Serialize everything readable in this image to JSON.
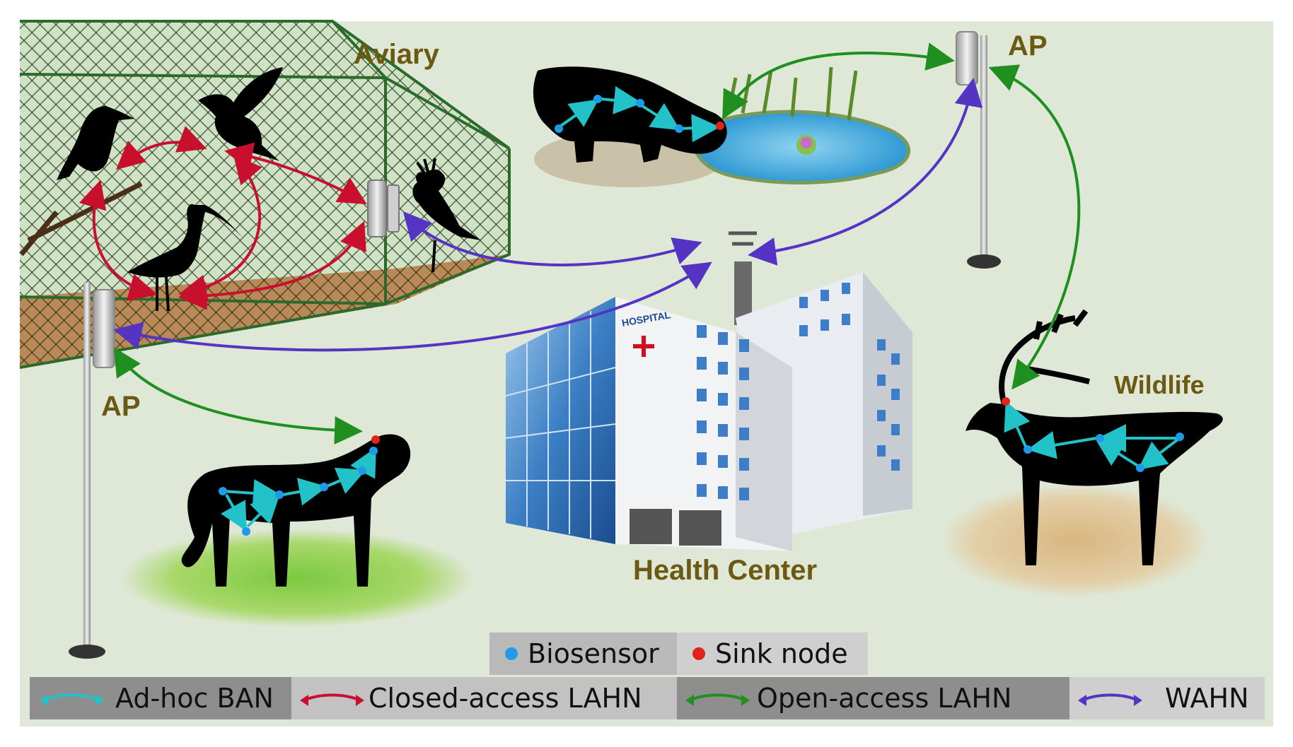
{
  "labels": {
    "aviary": "Aviary",
    "ap_top": "AP",
    "ap_left": "AP",
    "wildlife": "Wildlife",
    "health_center": "Health Center",
    "hospital_sign": "HOSPITAL"
  },
  "legend": {
    "biosensor": "Biosensor",
    "sink_node": "Sink node",
    "adhoc_ban": "Ad-hoc BAN",
    "closed_lahn": "Closed-access LAHN",
    "open_lahn": "Open-access LAHN",
    "wahn": "WAHN"
  },
  "colors": {
    "background": "#dfe8d6",
    "biosensor": "#1e9be8",
    "sink_node": "#e0231b",
    "adhoc_ban": "#22c2c8",
    "closed_lahn": "#c8102e",
    "open_lahn": "#1f8f1f",
    "wahn": "#5534c4",
    "label_text": "#6b5a12"
  }
}
